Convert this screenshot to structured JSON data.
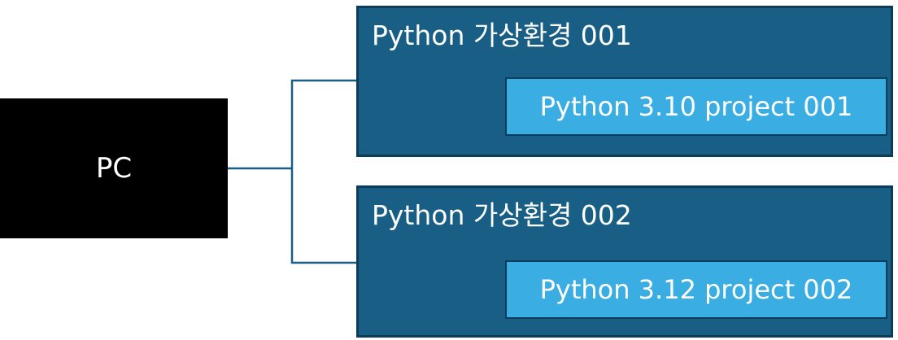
{
  "pc": {
    "label": "PC"
  },
  "environments": [
    {
      "title": "Python 가상환경 001",
      "project": "Python 3.10 project 001"
    },
    {
      "title": "Python 가상환경 002",
      "project": "Python 3.12 project 002"
    }
  ],
  "colors": {
    "pc_fill": "#000000",
    "env_fill": "#195e84",
    "env_border": "#0b3c59",
    "project_fill": "#3aaee3",
    "connector": "#195e84",
    "text": "#ffffff"
  }
}
